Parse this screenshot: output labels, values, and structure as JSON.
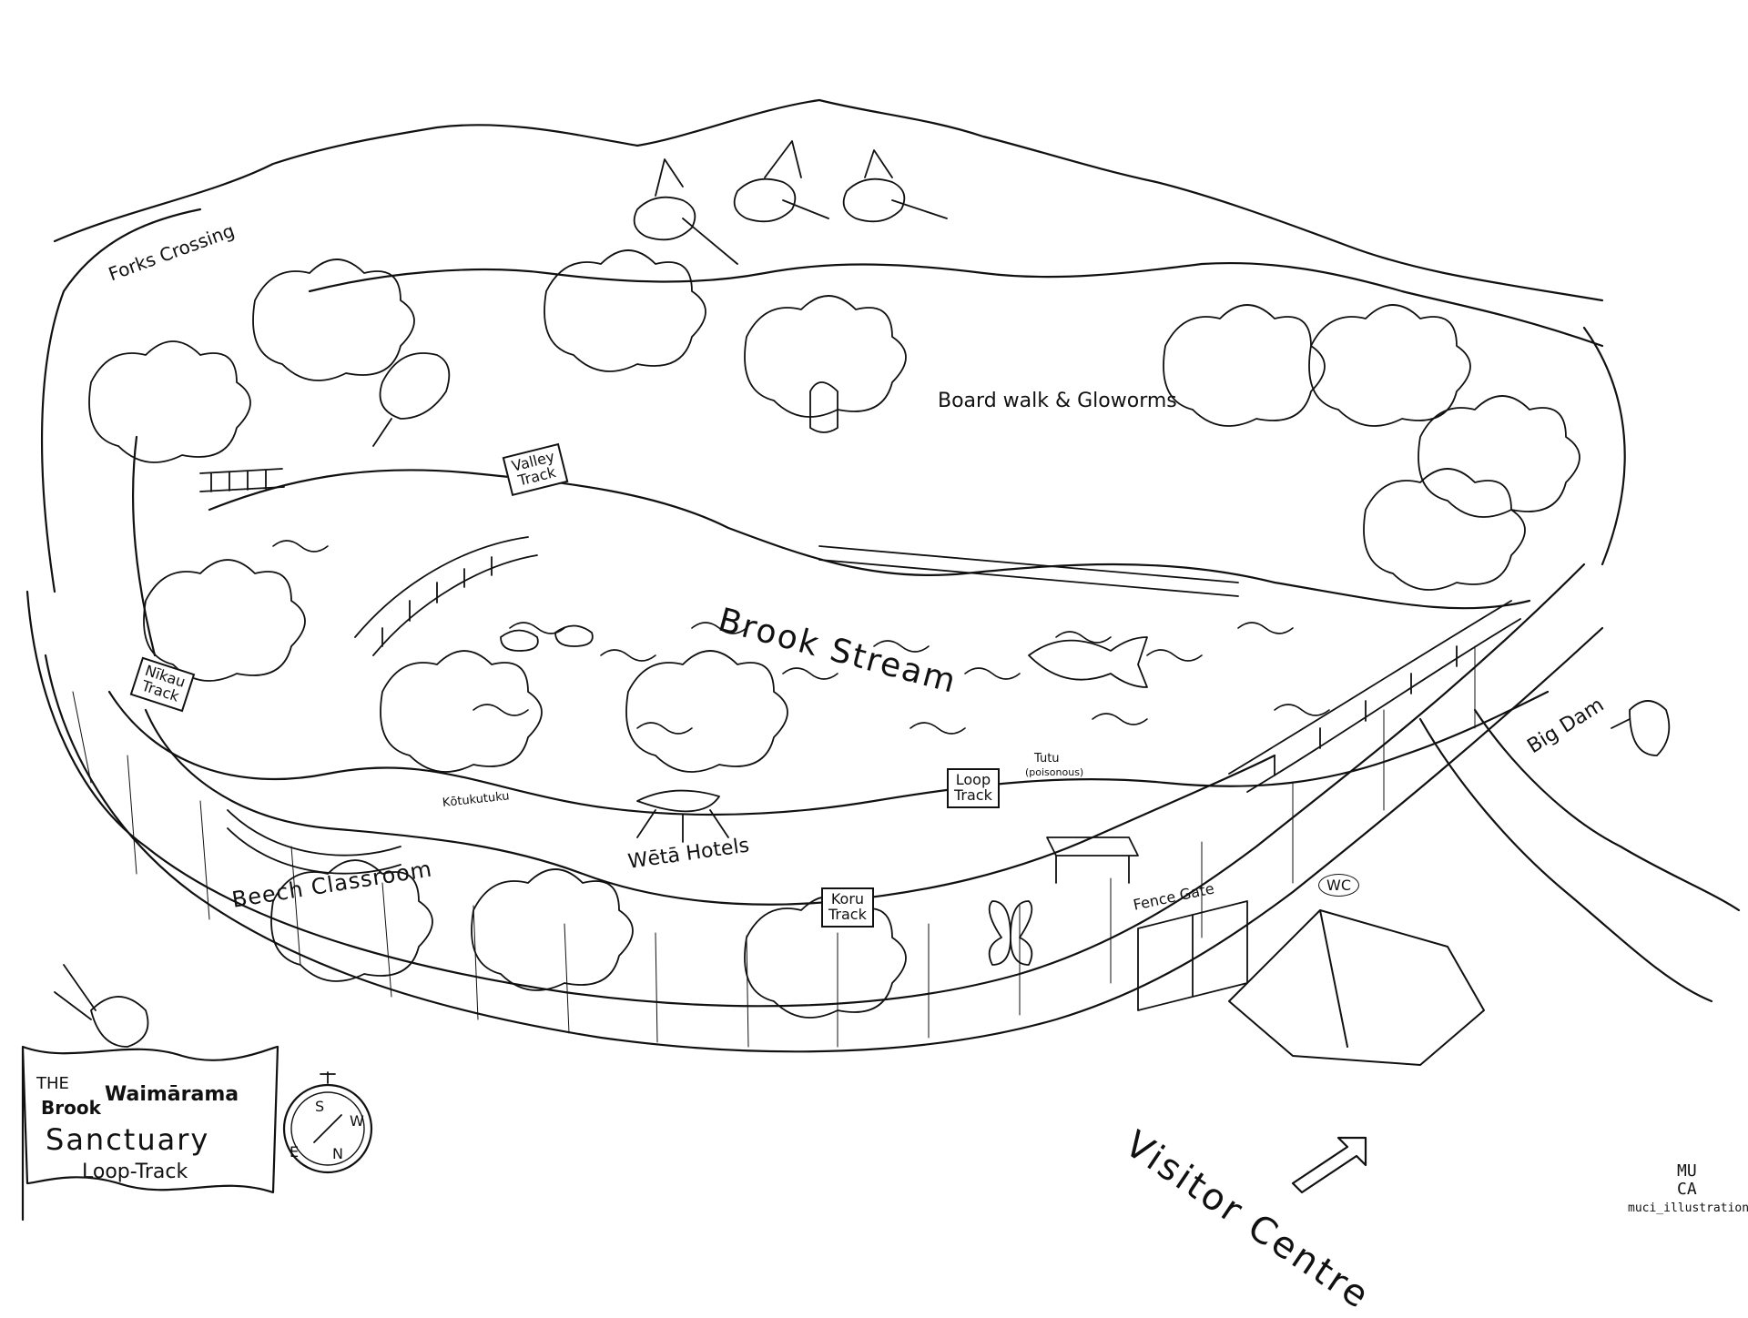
{
  "title": {
    "line1": "THE",
    "line2a": "Brook",
    "line2b": "Waimārama",
    "line3": "Sanctuary",
    "line4": "Loop-Track"
  },
  "places": {
    "forks_crossing": "Forks Crossing",
    "boardwalk": "Board walk & Gloworms",
    "brook_stream": "Brook Stream",
    "big_dam": "Big Dam",
    "beech_classroom": "Beech Classroom",
    "weta_hotels": "Wētā Hotels",
    "kotukutuku": "Kōtukutuku",
    "tutu": "Tutu",
    "tutu_note": "(poisonous)",
    "fence_gate": "Fence Gate",
    "wc": "WC",
    "visitor_centre": "Visitor Centre"
  },
  "tracks": {
    "valley_1": "Valley",
    "valley_2": "Track",
    "nikau_1": "Nīkau",
    "nikau_2": "Track",
    "loop_1": "Loop",
    "loop_2": "Track",
    "koru_1": "Koru",
    "koru_2": "Track"
  },
  "compass": {
    "n": "N",
    "s": "S",
    "e": "E",
    "w": "W"
  },
  "credit": {
    "logo_top": "MU",
    "logo_bottom": "CA",
    "handle": "muci_illustration"
  }
}
